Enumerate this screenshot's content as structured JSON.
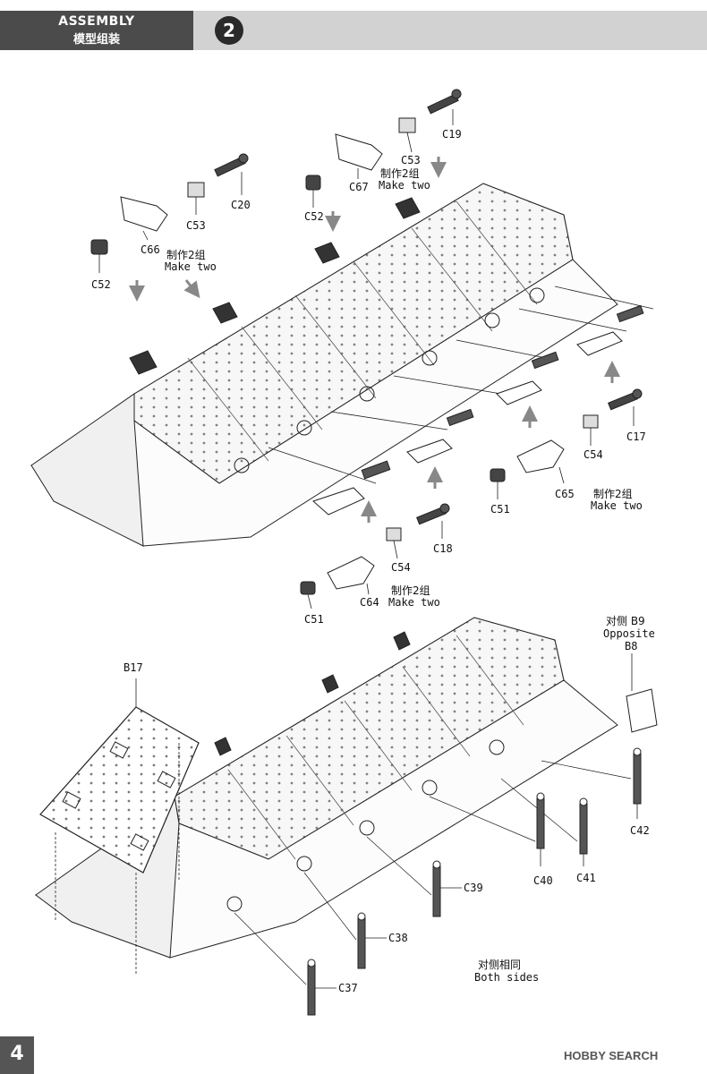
{
  "header": {
    "title_en": "ASSEMBLY",
    "title_cn": "模型组装",
    "step_number": "2"
  },
  "labels": {
    "c19": "C19",
    "c53_top": "C53",
    "c67": "C67",
    "c52_mid": "C52",
    "make_two_top_cn": "制作2组",
    "make_two_top_en": "Make two",
    "c20": "C20",
    "c53_left": "C53",
    "c66": "C66",
    "c52_left": "C52",
    "make_two_left_cn": "制作2组",
    "make_two_left_en": "Make two",
    "c17": "C17",
    "c54_right": "C54",
    "c65": "C65",
    "c51_right": "C51",
    "make_two_right_cn": "制作2组",
    "make_two_right_en": "Make two",
    "c18": "C18",
    "c54_low": "C54",
    "c64": "C64",
    "c51_low": "C51",
    "make_two_low_cn": "制作2组",
    "make_two_low_en": "Make two",
    "b17": "B17",
    "opposite_cn": "对侧 B9",
    "opposite_en": "Opposite",
    "b8": "B8",
    "c42": "C42",
    "c41": "C41",
    "c40": "C40",
    "c39": "C39",
    "c38": "C38",
    "c37": "C37",
    "both_sides_cn": "对侧相同",
    "both_sides_en": "Both sides"
  },
  "footer": {
    "page_number": "4",
    "watermark": "HOBBY SEARCH"
  }
}
